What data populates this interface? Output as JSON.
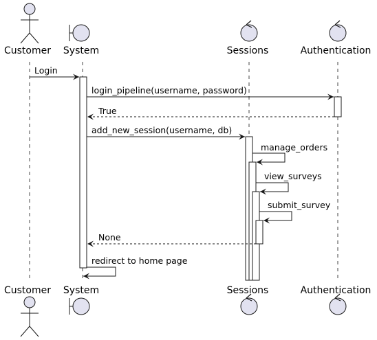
{
  "diagram": {
    "type": "sequence",
    "participants": [
      {
        "id": "customer",
        "name": "Customer",
        "kind": "actor"
      },
      {
        "id": "system",
        "name": "System",
        "kind": "boundary"
      },
      {
        "id": "sessions",
        "name": "Sessions",
        "kind": "control"
      },
      {
        "id": "auth",
        "name": "Authentication",
        "kind": "control"
      }
    ],
    "messages": [
      {
        "from": "customer",
        "to": "system",
        "label": "Login",
        "style": "sync"
      },
      {
        "from": "system",
        "to": "auth",
        "label": "login_pipeline(username, password)",
        "style": "sync"
      },
      {
        "from": "auth",
        "to": "system",
        "label": "True",
        "style": "return"
      },
      {
        "from": "system",
        "to": "sessions",
        "label": "add_new_session(username, db)",
        "style": "sync"
      },
      {
        "from": "sessions",
        "to": "sessions",
        "label": "manage_orders",
        "style": "self"
      },
      {
        "from": "sessions",
        "to": "sessions",
        "label": "view_surveys",
        "style": "self"
      },
      {
        "from": "sessions",
        "to": "sessions",
        "label": "submit_survey",
        "style": "self"
      },
      {
        "from": "sessions",
        "to": "system",
        "label": "None",
        "style": "return"
      },
      {
        "from": "system",
        "to": "system",
        "label": "redirect to home page",
        "style": "self"
      }
    ]
  },
  "colors": {
    "participant_fill": "#e2e2f0",
    "line": "#181818",
    "lifeline": "#181818",
    "background": "#ffffff"
  }
}
